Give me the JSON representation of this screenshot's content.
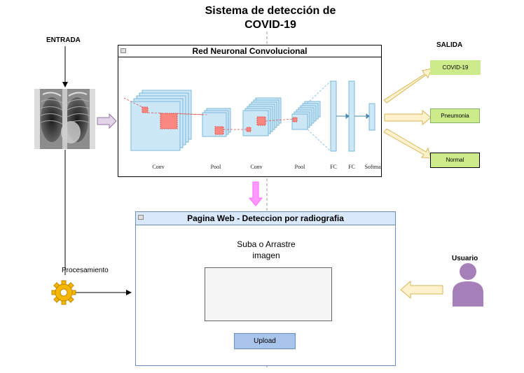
{
  "title": "Sistema de detección de COVID-19",
  "labels": {
    "input": "ENTRADA",
    "output": "SALIDA",
    "processing": "Procesamiento",
    "user": "Usuario"
  },
  "cnn": {
    "title": "Red Neuronal Convolucional",
    "layers": [
      "Conv",
      "Pool",
      "Conv",
      "Pool",
      "FC",
      "FC",
      "Softmax"
    ]
  },
  "outputs": [
    "COVID-19",
    "Pneumonia",
    "Normal"
  ],
  "web": {
    "title": "Pagina Web - Deteccion por radiografia",
    "prompt_line1": "Suba o Arrastre",
    "prompt_line2": "imagen",
    "upload_label": "Upload"
  },
  "colors": {
    "layer_fill": "#cce8f6",
    "layer_stroke": "#7ab8d9",
    "kernel": "#f8877f",
    "output_fill": "#cdeb8b",
    "arrow_output": "#fff2cc",
    "arrow_output_stroke": "#d6b656",
    "arrow_pink": "#ff99ff",
    "arrow_purple_fill": "#e1d5e7",
    "arrow_purple_stroke": "#9673a6",
    "user_fill": "#a680b8",
    "web_header": "#dae8fc",
    "upload_btn": "#a9c4eb",
    "gear": "#f5b700"
  }
}
